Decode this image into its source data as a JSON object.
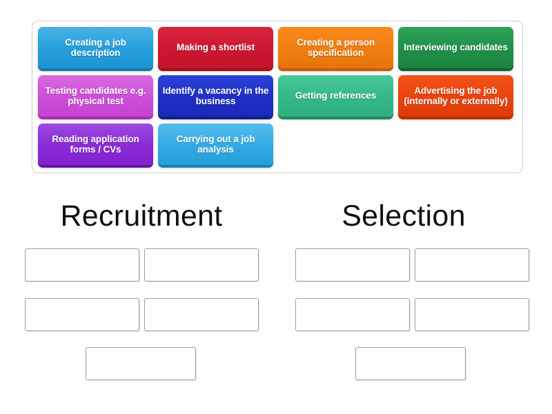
{
  "activity": {
    "type": "group-sort",
    "tile_count": 10,
    "category_count": 2
  },
  "tile_pool": {
    "name": "word-bank",
    "rows": [
      [
        {
          "label": "Creating a job description",
          "color_name": "blue",
          "color": "#249fdc"
        },
        {
          "label": "Making a shortlist",
          "color_name": "red",
          "color": "#cc1730"
        },
        {
          "label": "Creating a person specification",
          "color_name": "orange",
          "color": "#f07d10"
        },
        {
          "label": "Interviewing candidates",
          "color_name": "green",
          "color": "#1f8f49"
        }
      ],
      [
        {
          "label": "Testing candidates e.g. physical test",
          "color_name": "magenta",
          "color": "#cc4fd8"
        },
        {
          "label": "Identify a vacancy in the business",
          "color_name": "navy",
          "color": "#1f2fc6"
        },
        {
          "label": "Getting references",
          "color_name": "teal",
          "color": "#34b886"
        },
        {
          "label": "Advertising the job (internally or externally)",
          "color_name": "orangered",
          "color": "#e8430e"
        }
      ],
      [
        {
          "label": "Reading application forms / CVs",
          "color_name": "violet",
          "color": "#8a2bd6"
        },
        {
          "label": "Carrying out a job analysis",
          "color_name": "skyblue",
          "color": "#32a9e2"
        }
      ]
    ]
  },
  "categories": [
    {
      "id": "recruitment",
      "title": "Recruitment",
      "slots": [
        {
          "value": ""
        },
        {
          "value": ""
        },
        {
          "value": ""
        },
        {
          "value": ""
        },
        {
          "value": ""
        }
      ]
    },
    {
      "id": "selection",
      "title": "Selection",
      "slots": [
        {
          "value": ""
        },
        {
          "value": ""
        },
        {
          "value": ""
        },
        {
          "value": ""
        },
        {
          "value": ""
        }
      ]
    }
  ],
  "colors": {
    "page_background": "#ffffff",
    "pool_border": "#cfcfcf",
    "dropzone_border": "#9a9a9a",
    "heading_text": "#101010",
    "tile_text": "#ffffff"
  }
}
